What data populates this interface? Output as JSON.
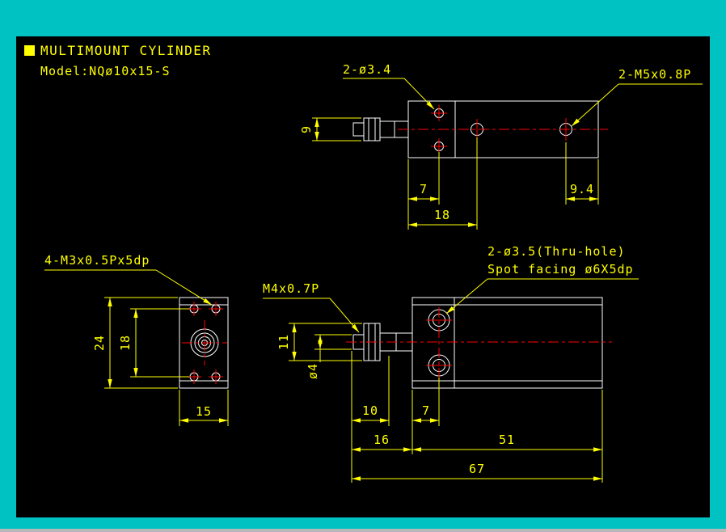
{
  "colors": {
    "background": "#00C2C2",
    "canvas": "#000000",
    "lines": "#FFFFFF",
    "dimensions": "#FFFF00",
    "centerlines": "#FF0000",
    "window_edge": "#B8B8B8"
  },
  "header": {
    "title": "MULTIMOUNT CYLINDER",
    "model": "Model:NQø10x15-S"
  },
  "top_view": {
    "callout_holes": "2-ø3.4",
    "callout_thread": "2-M5x0.8P",
    "dim_rod_height": "9",
    "dim_hole_offset": "7",
    "dim_hole_span": "18",
    "dim_thread_offset": "9.4"
  },
  "front_view": {
    "callout_mount_holes": "4-M3x0.5Px5dp",
    "dim_height": "24",
    "dim_hole_spacing": "18",
    "dim_width": "15"
  },
  "side_view": {
    "callout_rod_thread": "M4x0.7P",
    "callout_thru_hole": "2-ø3.5(Thru-hole)",
    "callout_spot_facing": "Spot facing ø6X5dp",
    "dim_nut_flats": "11",
    "dim_rod_dia": "ø4",
    "dim_rod_front": "10",
    "dim_hole_inset": "7",
    "dim_rod_total": "16",
    "dim_body_length": "51",
    "dim_overall": "67"
  }
}
